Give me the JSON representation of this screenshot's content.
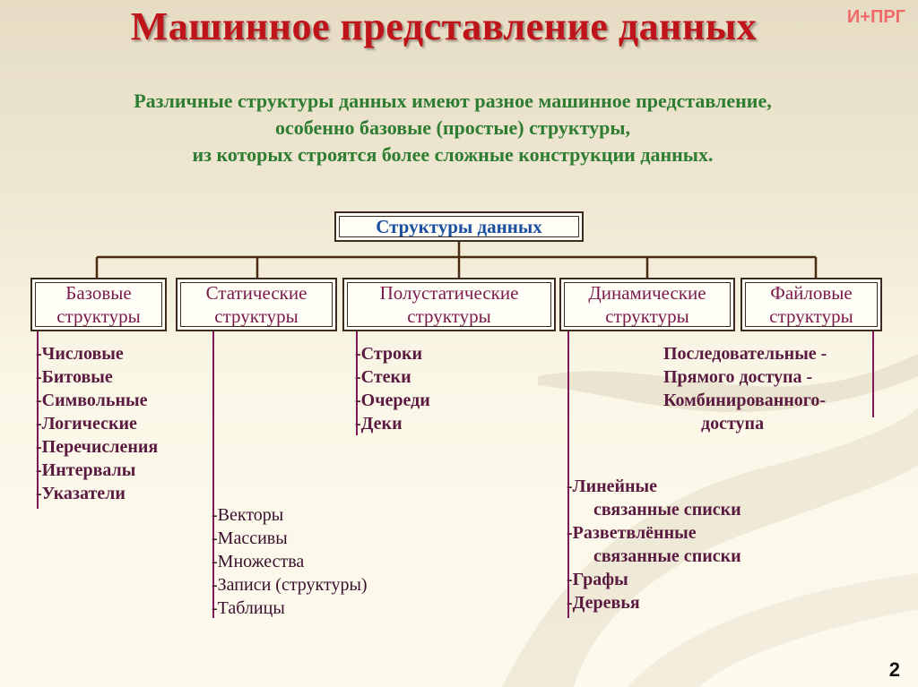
{
  "header": {
    "title": "Машинное представление данных",
    "corner_label": "И+ПРГ"
  },
  "subtitle": {
    "line1": "Различные структуры данных имеют разное машинное представление,",
    "line2": "особенно базовые (простые) структуры,",
    "line3": "из которых строятся более сложные конструкции данных."
  },
  "root": {
    "label": "Структуры данных"
  },
  "categories": [
    {
      "line1": "Базовые",
      "line2": "структуры"
    },
    {
      "line1": "Статические",
      "line2": "структуры"
    },
    {
      "line1": "Полустатические",
      "line2": "структуры"
    },
    {
      "line1": "Динамические",
      "line2": "структуры"
    },
    {
      "line1": "Файловые",
      "line2": "структуры"
    }
  ],
  "base_items": [
    "-Числовые",
    "-Битовые",
    "-Символьные",
    "-Логические",
    "-Перечисления",
    "-Интервалы",
    "-Указатели"
  ],
  "static_items": [
    "-Векторы",
    "-Массивы",
    "-Множества",
    "-Записи (структуры)",
    "-Таблицы"
  ],
  "semistatic_items": [
    "-Строки",
    "-Стеки",
    "-Очереди",
    "-Деки"
  ],
  "dynamic_items": [
    "-Линейные",
    "связанные списки",
    "-Разветвлённые",
    "связанные списки",
    "-Графы",
    "-Деревья"
  ],
  "file_items": [
    "Последовательные -",
    "Прямого доступа -",
    "Комбинированного-",
    "доступа"
  ],
  "footer": {
    "page_number": "2"
  }
}
